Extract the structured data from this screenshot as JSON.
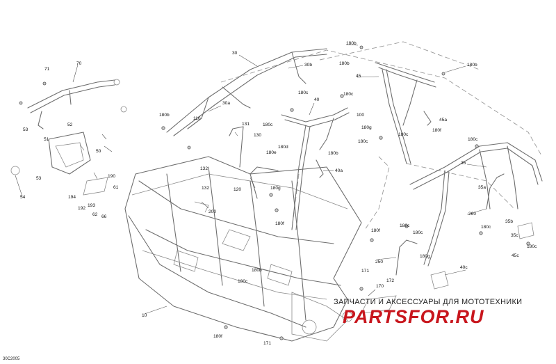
{
  "diagram": {
    "drawing_code": "30C2005",
    "callouts": [
      "10",
      "30",
      "30a",
      "30b",
      "35",
      "35a",
      "35b",
      "35c",
      "40",
      "40a",
      "40c",
      "45",
      "45a",
      "45c",
      "50",
      "51",
      "52",
      "53",
      "54",
      "61",
      "62",
      "66",
      "70",
      "71",
      "100",
      "110",
      "120",
      "130",
      "131",
      "132",
      "170",
      "171",
      "172",
      "190",
      "192",
      "193",
      "194",
      "200",
      "250",
      "260",
      "180b",
      "180c",
      "180d",
      "180e",
      "180f",
      "180g"
    ],
    "colors": {
      "line": "#6e6e6e",
      "text": "#111111",
      "watermark_red": "#c8161d"
    }
  },
  "watermark": {
    "tagline": "ЗАПЧАСТИ И АКСЕССУАРЫ ДЛЯ МОТОТЕХНИКИ",
    "logo_text": "PARTSFOR.RU"
  }
}
